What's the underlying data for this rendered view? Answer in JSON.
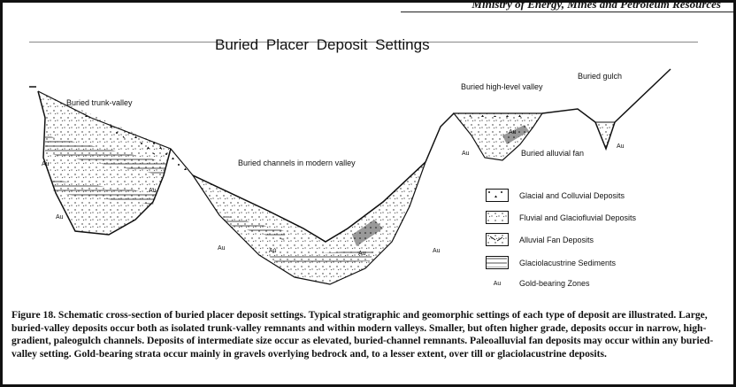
{
  "header": "Ministry of Energy, Mines and Petroleum Resources",
  "title": "Buried Placer Deposit Settings",
  "labels": {
    "trunk": "Buried trunk-valley",
    "channels": "Buried channels in modern valley",
    "highlevel": "Buried high-level valley",
    "gulch": "Buried gulch",
    "fan": "Buried alluvial fan"
  },
  "au": "Au",
  "legend": [
    {
      "label": "Glacial and Colluvial Deposits",
      "pattern": "glacial"
    },
    {
      "label": "Fluvial and Glaciofluvial Deposits",
      "pattern": "fluvial"
    },
    {
      "label": "Alluvial Fan Deposits",
      "pattern": "fan"
    },
    {
      "label": "Glaciolacustrine Sediments",
      "pattern": "lacustrine"
    },
    {
      "label": "Gold-bearing Zones",
      "symbol": "Au"
    }
  ],
  "caption": "Figure 18. Schematic cross-section of buried placer deposit settings. Typical stratigraphic and geomorphic settings of each type of deposit are illustrated. Large, buried-valley deposits occur both as isolated trunk-valley remnants and within modern valleys. Smaller, but often higher grade, deposits occur in narrow, high-gradient, paleogulch channels. Deposits of intermediate size occur as elevated, buried-channel remnants. Paleoalluvial fan deposits may occur within any buried-valley setting. Gold-bearing strata occur mainly in gravels overlying bedrock and, to a lesser extent, over till or glaciolacustrine deposits."
}
